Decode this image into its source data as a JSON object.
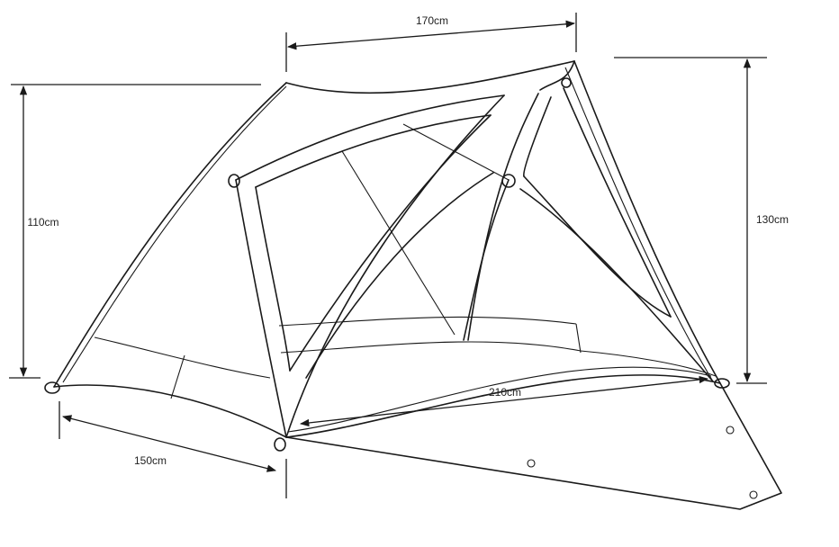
{
  "dimensions": {
    "top_width": "170cm",
    "left_height": "110cm",
    "right_height": "130cm",
    "floor_length": "210cm",
    "front_width": "150cm"
  },
  "colors": {
    "line": "#1a1a1a",
    "background": "#ffffff"
  }
}
